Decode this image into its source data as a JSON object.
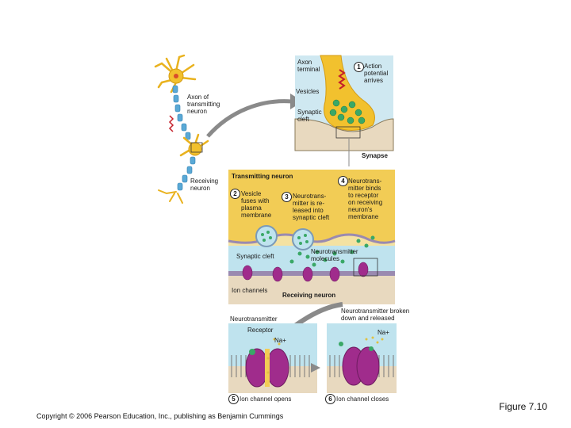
{
  "labels": {
    "axon_of_transmitting": "Axon of\ntransmitting\nneuron",
    "receiving_neuron_small": "Receiving\nneuron",
    "axon_terminal": "Axon\nterminal",
    "action_potential": "Action\npotential\narrives",
    "vesicles": "Vesicles",
    "synaptic_cleft_top": "Synaptic\ncleft",
    "synapse": "Synapse",
    "transmitting_neuron": "Transmitting neuron",
    "step2": "Vesicle\nfuses with\nplasma\nmembrane",
    "step3": "Neurotrans-\nmitter is re-\nleased into\nsynaptic cleft",
    "step4": "Neurotrans-\nmitter binds\nto receptor\non receiving\nneuron's\nmembrane",
    "neurotransmitter_molecules": "Neurotransmitter\nmolecules",
    "synaptic_cleft_mid": "Synaptic cleft",
    "ion_channels": "Ion channels",
    "receiving_neuron": "Receiving neuron",
    "neurotransmitter": "Neurotransmitter",
    "receptor": "Receptor",
    "na_left": "Na+",
    "nt_broken": "Neurotransmitter broken\ndown and released",
    "na_right": "Na+",
    "step5": "Ion channel opens",
    "step6": "Ion channel closes"
  },
  "step_numbers": [
    "1",
    "2",
    "3",
    "4",
    "5",
    "6"
  ],
  "figure_label": "Figure 7.10",
  "copyright": "Copyright © 2006 Pearson Education, Inc., publishing as Benjamin Cummings",
  "colors": {
    "neuron_yellow": "#f2c12e",
    "axon_blue": "#5aa9d6",
    "cleft_blue": "#bfe3ee",
    "receiving_tan": "#e8d9bf",
    "vesicle_green": "#3aa867",
    "channel_purple": "#a02c8c"
  }
}
